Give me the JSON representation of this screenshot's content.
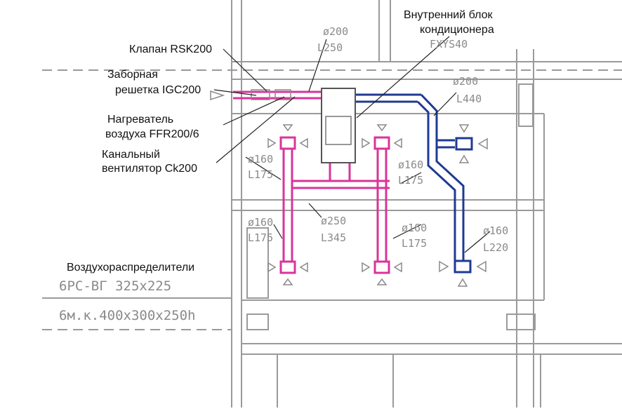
{
  "callouts": {
    "indoor_unit_line1": "Внутренний блок",
    "indoor_unit_line2": "кондиционера",
    "valve": "Клапан RSK200",
    "intake_grille_line1": "Заборная",
    "intake_grille_line2": "решетка IGC200",
    "heater_line1": "Нагреватель",
    "heater_line2": "воздуха FFR200/6",
    "fan_line1": "Канальный",
    "fan_line2": "вентилятор Ck200",
    "diffusers": "Воздухораспределители"
  },
  "plan_labels": {
    "supply_diameter": "ø200",
    "supply_length": "L250",
    "model": "FXYS40",
    "main_diameter": "ø200",
    "main_length": "L440",
    "branch_left_top_diameter": "ø160",
    "branch_left_top_length": "L175",
    "branch_right_top_diameter": "ø160",
    "branch_right_top_length": "L175",
    "branch_left_bottom_diameter": "ø160",
    "branch_left_bottom_length": "L175",
    "center_diameter": "ø250",
    "center_length": "L345",
    "branch_right_bottom_diameter": "ø160",
    "branch_right_bottom_length": "L175",
    "blue_branch_diameter": "ø160",
    "blue_branch_length": "L220",
    "diffuser_spec1": "6PC-ВГ 325x225",
    "diffuser_spec2": "6м.к.400x300x250h"
  },
  "colors": {
    "pink_duct": "#d9349a",
    "blue_duct": "#1f3a93",
    "plan_gray": "#8c8c8c",
    "text": "#111111"
  }
}
